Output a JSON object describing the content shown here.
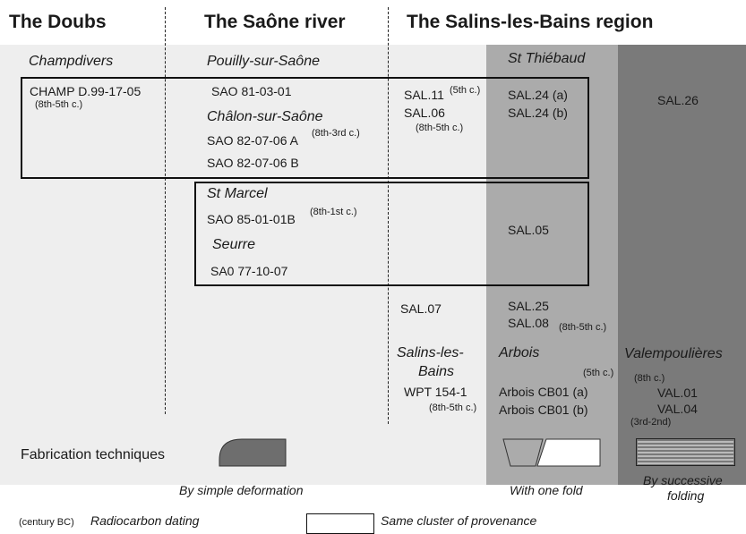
{
  "colors": {
    "panel_light": "#eeeeee",
    "panel_mid": "#ababab",
    "panel_dark": "#7a7a7a",
    "box_border": "#111111",
    "shape_dark": "#6e6e6e"
  },
  "headers": {
    "doubs": "The Doubs",
    "saone": "The Saône river",
    "salins": "The Salins-les-Bains region"
  },
  "places": {
    "champdivers": "Champdivers",
    "pouilly": "Pouilly-sur-Saône",
    "st_thiebaud": "St Thiébaud",
    "chalon": "Châlon-sur-Saône",
    "st_marcel": "St Marcel",
    "seurre": "Seurre",
    "salins_1": "Salins-les-",
    "salins_2": "Bains",
    "arbois": "Arbois",
    "valempoulieres": "Valempoulières"
  },
  "samples": {
    "champ": "CHAMP D.99-17-05",
    "champ_date": "(8th-5th c.)",
    "sao_81": "SAO 81-03-01",
    "sao_82a": "SAO 82-07-06 A",
    "sao_82a_date": "(8th-3rd c.)",
    "sao_82b": "SAO 82-07-06 B",
    "sao_85": "SAO 85-01-01B",
    "sao_85_date": "(8th-1st c.)",
    "sa0_77": "SA0 77-10-07",
    "sal11": "SAL.11",
    "sal11_date": "(5th c.)",
    "sal06": "SAL.06",
    "sal06_date": "(8th-5th c.)",
    "sal24a": "SAL.24 (a)",
    "sal24b": "SAL.24 (b)",
    "sal26": "SAL.26",
    "sal05": "SAL.05",
    "sal07": "SAL.07",
    "sal25": "SAL.25",
    "sal08": "SAL.08",
    "sal08_date": "(8th-5th c.)",
    "wpt": "WPT 154-1",
    "wpt_date": "(8th-5th c.)",
    "arbois_date": "(5th c.)",
    "arbois_a": "Arbois CB01 (a)",
    "arbois_b": "Arbois CB01 (b)",
    "val_date": "(8th c.)",
    "val01": "VAL.01",
    "val04": "VAL.04",
    "val04_date": "(3rd-2nd)"
  },
  "legend": {
    "fabrication": "Fabrication techniques",
    "simple": "By simple deformation",
    "one_fold": "With one fold",
    "successive_1": "By successive",
    "successive_2": "folding",
    "century": "(century BC)",
    "radiocarbon": "Radiocarbon dating",
    "cluster": "Same cluster of provenance"
  },
  "icons": {
    "simple": "rounded-plate-shape",
    "one_fold": "folded-plate-shape",
    "successive": "striped-plate-shape"
  }
}
